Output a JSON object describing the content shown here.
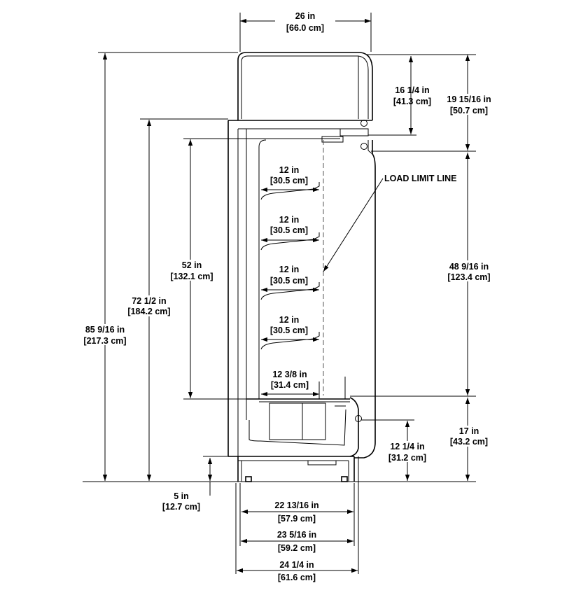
{
  "dimensions": {
    "top_width": {
      "imperial": "26 in",
      "metric": "[66.0 cm]"
    },
    "canopy_height": {
      "imperial": "16 1/4 in",
      "metric": "[41.3 cm]"
    },
    "canopy_total": {
      "imperial": "19 15/16 in",
      "metric": "[50.7 cm]"
    },
    "shelf_1": {
      "imperial": "12 in",
      "metric": "[30.5 cm]"
    },
    "shelf_2": {
      "imperial": "12 in",
      "metric": "[30.5 cm]"
    },
    "shelf_3": {
      "imperial": "12 in",
      "metric": "[30.5 cm]"
    },
    "shelf_4": {
      "imperial": "12 in",
      "metric": "[30.5 cm]"
    },
    "deck_depth": {
      "imperial": "12 3/8 in",
      "metric": "[31.4 cm]"
    },
    "display_height": {
      "imperial": "52 in",
      "metric": "[132.1 cm]"
    },
    "interior_height": {
      "imperial": "72 1/2 in",
      "metric": "[184.2 cm]"
    },
    "overall_height": {
      "imperial": "85 9/16 in",
      "metric": "[217.3 cm]"
    },
    "front_opening": {
      "imperial": "48 9/16 in",
      "metric": "[123.4 cm]"
    },
    "base_height": {
      "imperial": "17 in",
      "metric": "[43.2 cm]"
    },
    "bumper_height": {
      "imperial": "12 1/4 in",
      "metric": "[31.2 cm]"
    },
    "leg_height": {
      "imperial": "5 in",
      "metric": "[12.7 cm]"
    },
    "base_depth_1": {
      "imperial": "22 13/16 in",
      "metric": "[57.9 cm]"
    },
    "base_depth_2": {
      "imperial": "23 5/16 in",
      "metric": "[59.2 cm]"
    },
    "base_depth_3": {
      "imperial": "24 1/4 in",
      "metric": "[61.6 cm]"
    }
  },
  "callouts": {
    "load_limit": "LOAD LIMIT LINE"
  }
}
